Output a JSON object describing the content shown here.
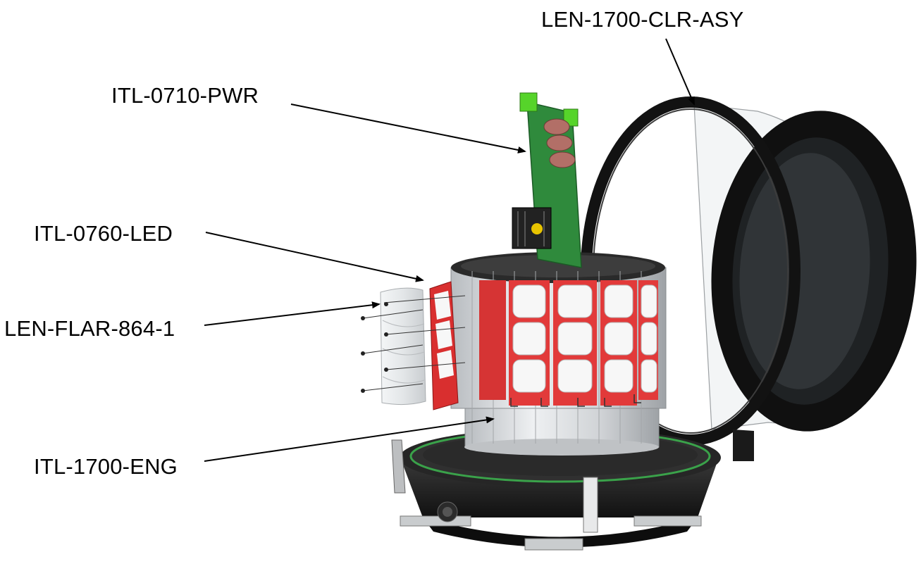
{
  "callouts": [
    {
      "id": "clr",
      "text": "LEN-1700-CLR-ASY"
    },
    {
      "id": "pwr",
      "text": "ITL-0710-PWR"
    },
    {
      "id": "led",
      "text": "ITL-0760-LED"
    },
    {
      "id": "flar",
      "text": "LEN-FLAR-864-1"
    },
    {
      "id": "eng",
      "text": "ITL-1700-ENG"
    }
  ],
  "colors": {
    "pcb_green": "#2f8a3c",
    "connector_green": "#56d42a",
    "led_red": "#e23a3a",
    "housing_black": "#1c1c1c",
    "aluminum": "#d9dcdf",
    "gasket_green": "#3aa24a"
  }
}
